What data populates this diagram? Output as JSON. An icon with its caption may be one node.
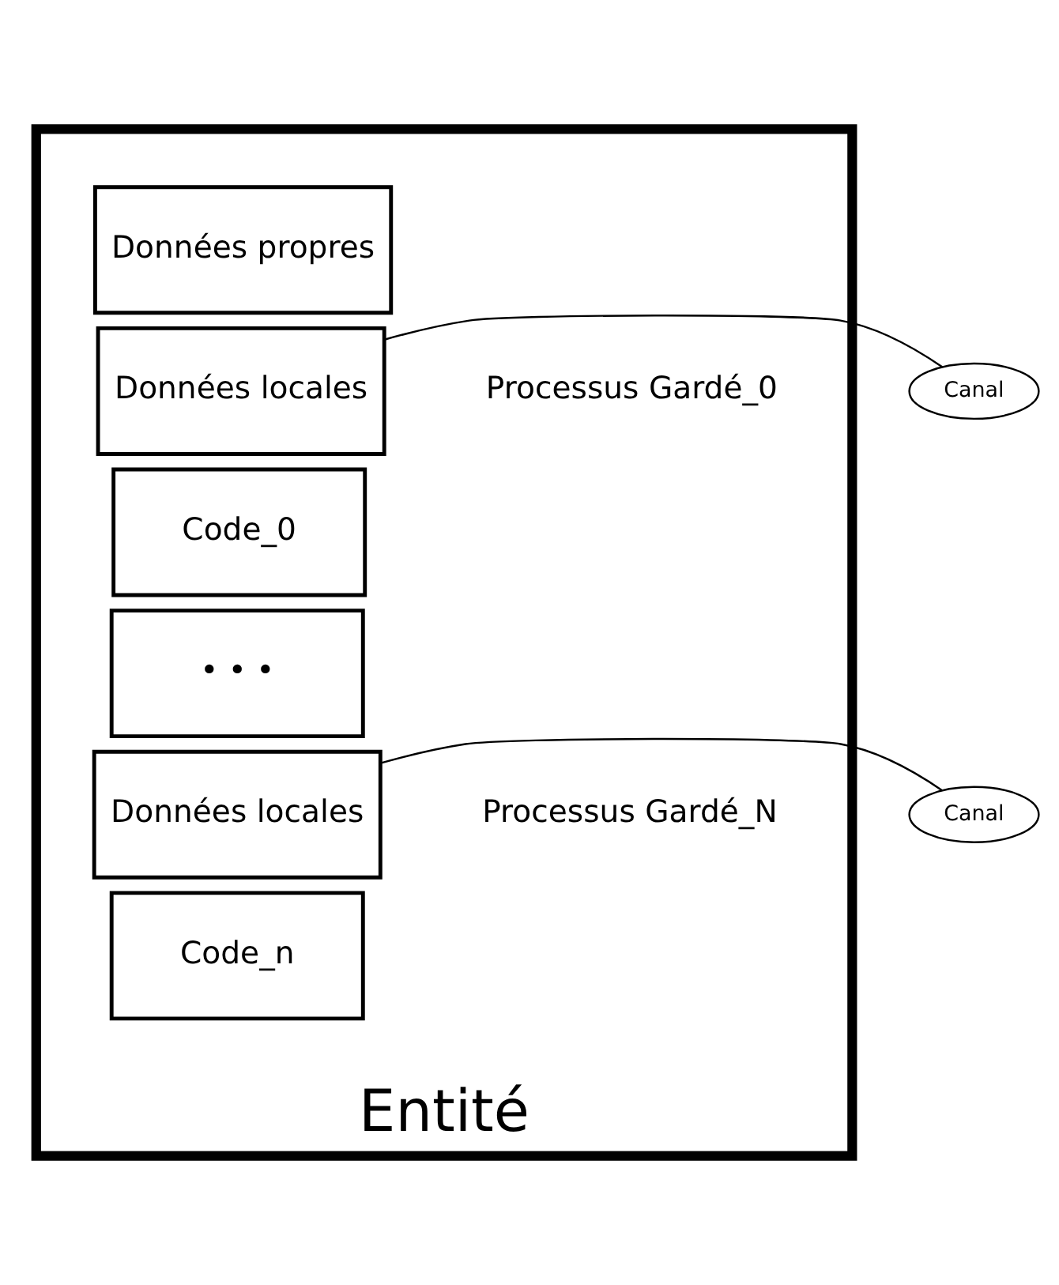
{
  "diagram": {
    "nodes": [
      {
        "text": [
          "Entité"
        ]
      },
      {
        "text": [
          "Données propres"
        ],
        "in": 0
      },
      {
        "text": [
          "Canal"
        ]
      },
      {
        "text": [
          "Données locales"
        ],
        "in": 0
      },
      {
        "text": [
          "Code_0"
        ],
        "in": 0
      },
      {
        "text": [
          "• • •"
        ],
        "in": 0
      },
      {
        "text": [
          "Canal"
        ]
      },
      {
        "text": [
          "Données locales"
        ],
        "in": 0
      },
      {
        "text": [
          "Code_n"
        ],
        "in": 0
      }
    ],
    "edges": [
      {
        "from": 2,
        "to": 3,
        "arrow": "none"
      },
      {
        "from": 6,
        "to": 7,
        "arrow": "none"
      }
    ],
    "labels": [
      "Processus Gardé_0",
      "Processus Gardé_N"
    ]
  }
}
